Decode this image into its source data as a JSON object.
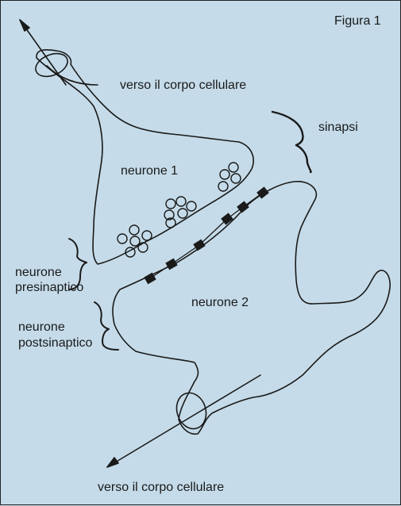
{
  "figure": {
    "title": "Figura 1",
    "background": "#c5dbe9",
    "ink": "#1a1a1a",
    "labels": {
      "toward_cell_body_top": "verso il corpo cellulare",
      "synapse": "sinapsi",
      "neuron_1": "neurone 1",
      "presynaptic_line1": "neurone",
      "presynaptic_line2": "presinaptico",
      "neuron_2": "neurone 2",
      "postsynaptic_line1": "neurone",
      "postsynaptic_line2": "postsinaptico",
      "toward_cell_body_bottom": "verso il corpo cellulare"
    }
  }
}
